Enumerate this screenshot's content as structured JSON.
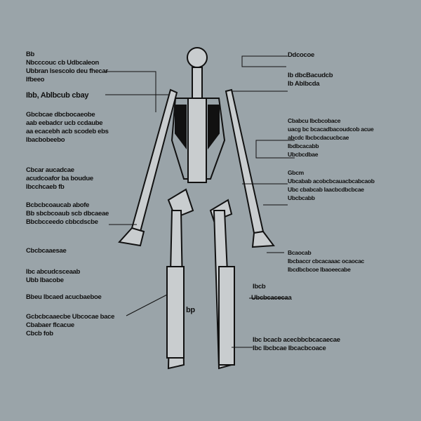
{
  "left_labels": [
    {
      "lines": [
        "Bb",
        "Nbcccouc cb Udbcaleon",
        "Ubbran lsescolo deu fhecar",
        "Ifbeeo"
      ]
    },
    {
      "lines": [
        "Ibb, Ablbcub cbay"
      ]
    },
    {
      "lines": [
        "Gbcbcae  dbcbocaeobe",
        "aab eebadcr ucb ccdaube",
        "aa ecacebh acb scodeb ebs",
        "Ibacbobeebo"
      ]
    },
    {
      "lines": [
        "Cbcar aucadcae",
        "acudcoafor ba boudue",
        "Ibcchcaeb fb"
      ]
    },
    {
      "lines": [
        "Bcbcbcoaucab abofe",
        "Bb sbcbcoaub scb dbcaeae",
        "Bbcbcceedo cbbcdscbe"
      ]
    },
    {
      "lines": [
        "Cbcbcaaesae"
      ]
    },
    {
      "lines": [
        "Ibc abcudcsceaab",
        "Ubb Ibacobe"
      ]
    },
    {
      "lines": [
        "Bbeu lbcaed  acucbaeboe"
      ]
    },
    {
      "lines": [
        "Gcbcbcaaecbe  Ubcocae bace",
        "Cbabaer flcacue",
        "Cbcb fob"
      ]
    }
  ],
  "right_labels": [
    {
      "lines": [
        "Ddcocoe"
      ]
    },
    {
      "lines": [
        "Ib dbcBacudcb",
        "Ib Ablbcda"
      ]
    },
    {
      "lines": [
        "Cbabcu  Ibcbcobace",
        "uacg bc bcacadbacoudcob acue",
        "abcdc Ibcbcdacucbcae",
        "Ibdbcacabb",
        "Ubcbcdbae"
      ]
    },
    {
      "lines": [
        "Gbcm",
        "Ubcabab acobcbcauacbcabcaob",
        "Ubc cbabcab Iaacbcdbcbcae",
        "Ubcbcabb"
      ]
    },
    {
      "lines": [
        "Bcaocab",
        "Ibcbaccr  cbcacaaac ocaocac",
        "Ibcdbcbcoe lbaoeecabe"
      ]
    },
    {
      "lines": [
        "Ibcb"
      ]
    },
    {
      "lines": [
        "Ubcbcacecaa"
      ]
    },
    {
      "lines": [
        "Ibc bcacb  acecbbcbcacaecae",
        "Ibc Ibcbcae Ibcacbcoace"
      ]
    }
  ],
  "center_label": "bp",
  "colors": {
    "background": "#9aa4a9",
    "ink": "#111111",
    "bone": "#c9cdcf"
  }
}
